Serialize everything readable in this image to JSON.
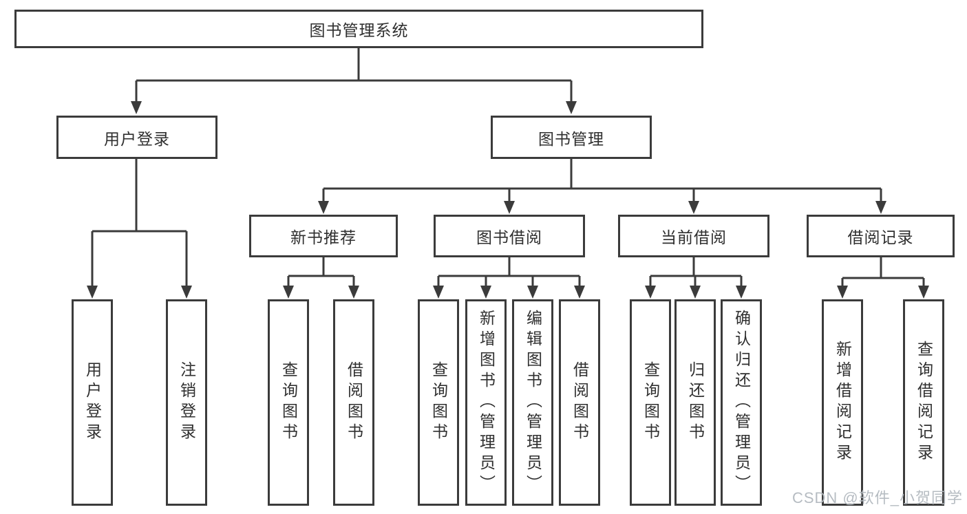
{
  "tree": {
    "label": "图书管理系统",
    "children": [
      {
        "label": "用户登录",
        "children": [
          {
            "label": "用户登录"
          },
          {
            "label": "注销登录"
          }
        ]
      },
      {
        "label": "图书管理",
        "children": [
          {
            "label": "新书推荐",
            "children": [
              {
                "label": "查询图书"
              },
              {
                "label": "借阅图书"
              }
            ]
          },
          {
            "label": "图书借阅",
            "children": [
              {
                "label": "查询图书"
              },
              {
                "label": "新增图书（管理员）"
              },
              {
                "label": "编辑图书（管理员）"
              },
              {
                "label": "借阅图书"
              }
            ]
          },
          {
            "label": "当前借阅",
            "children": [
              {
                "label": "查询图书"
              },
              {
                "label": "归还图书"
              },
              {
                "label": "确认归还（管理员）"
              }
            ]
          },
          {
            "label": "借阅记录",
            "children": [
              {
                "label": "新增借阅记录"
              },
              {
                "label": "查询借阅记录"
              }
            ]
          }
        ]
      }
    ]
  },
  "watermark": {
    "text": "CSDN @软件_小贺同学"
  },
  "colors": {
    "line": "#3b3b3b",
    "box_border": "#3b3b3b",
    "box_bg": "#ffffff",
    "text": "#2f2f2f",
    "watermark": "#b2b8bf"
  }
}
